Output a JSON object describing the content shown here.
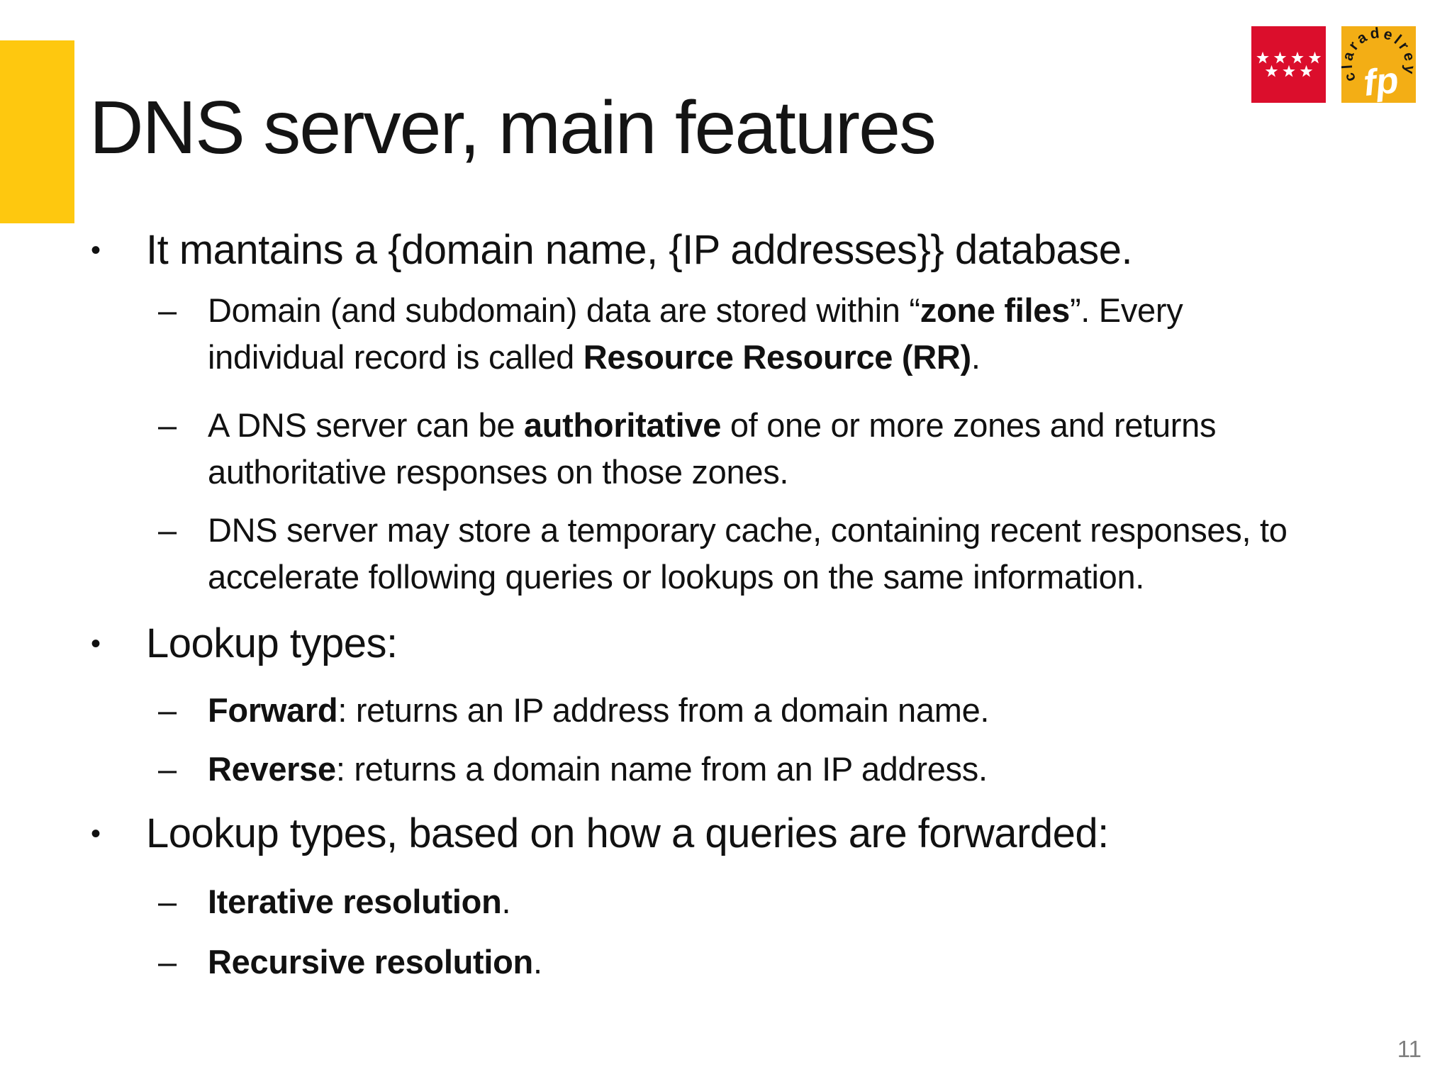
{
  "slide": {
    "title": "DNS server, main features",
    "page_number": "11",
    "markers": {
      "level1": "•",
      "level2": "–"
    },
    "logos": {
      "madrid_flag": {
        "label": "Comunidad de Madrid flag",
        "star_count": 7
      },
      "claradelrey": {
        "arc_text": "claradelrey",
        "fp_text": "fp"
      }
    },
    "colors": {
      "accent_yellow": "#FEC80F",
      "madrid_red": "#DB0E2C",
      "fp_logo_yellow": "#F3AE15",
      "text_black": "#111111",
      "page_number_gray": "#7F7F7F"
    },
    "bullets": [
      {
        "text": "It mantains a {domain name, {IP addresses}} database.",
        "subs": [
          {
            "lines": [
              {
                "pre": "Domain (and subdomain) data are stored within “",
                "bold": "zone files",
                "post": "”. Every"
              },
              {
                "pre": "individual record is called ",
                "bold": "Resource Resource (RR)",
                "post": "."
              }
            ]
          },
          {
            "lines": [
              {
                "pre": "A DNS server can be ",
                "bold": "authoritative",
                "post": " of one or more zones and returns"
              },
              {
                "pre": "authoritative responses on those zones.",
                "bold": "",
                "post": ""
              }
            ]
          },
          {
            "lines": [
              {
                "pre": "DNS server may store a temporary cache, containing recent responses, to",
                "bold": "",
                "post": ""
              },
              {
                "pre": "accelerate following queries or lookups on the same information.",
                "bold": "",
                "post": ""
              }
            ]
          }
        ]
      },
      {
        "text": "Lookup types:",
        "subs": [
          {
            "lines": [
              {
                "pre": "",
                "bold": "Forward",
                "post": ": returns an IP address from a domain name."
              }
            ]
          },
          {
            "lines": [
              {
                "pre": "",
                "bold": "Reverse",
                "post": ": returns a domain name from an IP address."
              }
            ]
          }
        ]
      },
      {
        "text": "Lookup types, based on how a queries are forwarded:",
        "subs": [
          {
            "lines": [
              {
                "pre": "",
                "bold": "Iterative resolution",
                "post": "."
              }
            ]
          },
          {
            "lines": [
              {
                "pre": "",
                "bold": "Recursive resolution",
                "post": "."
              }
            ]
          }
        ]
      }
    ]
  }
}
